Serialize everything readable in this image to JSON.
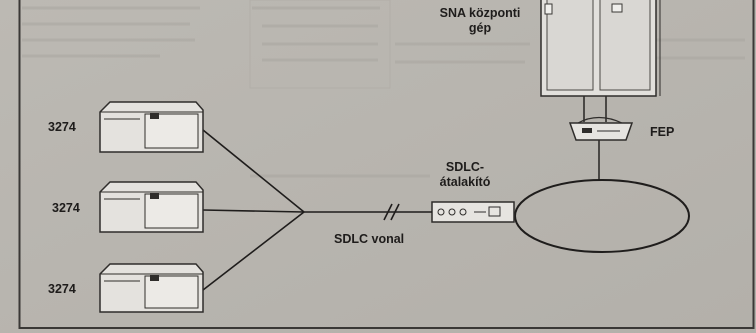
{
  "labels": {
    "mainframe": [
      "SNA központi",
      "gép"
    ],
    "fep": "FEP",
    "converter": [
      "SDLC-",
      "átalakító"
    ],
    "line": "SDLC vonal",
    "controllers": [
      "3274",
      "3274",
      "3274"
    ]
  }
}
